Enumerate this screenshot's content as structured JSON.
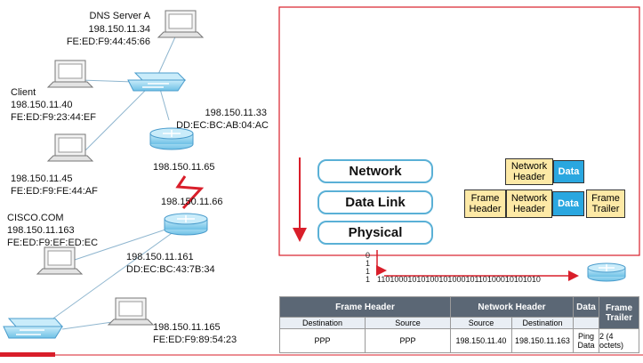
{
  "topology": {
    "dns_server": {
      "name": "DNS Server A",
      "ip": "198.150.11.34",
      "mac": "FE:ED:F9:44:45:66"
    },
    "client": {
      "name": "Client",
      "ip": "198.150.11.40",
      "mac": "FE:ED:F9:23:44:EF"
    },
    "host45": {
      "ip": "198.150.11.45",
      "mac": "FE:ED:F9:FE:44:AF"
    },
    "cisco": {
      "name": "CISCO.COM",
      "ip": "198.150.11.163",
      "mac": "FE:ED:F9:EF:ED:EC"
    },
    "router_a": {
      "ip": "198.150.11.33",
      "mac": "DD:EC:BC:AB:04:AC",
      "serial_ip": "198.150.11.65"
    },
    "router_b": {
      "serial_ip": "198.150.11.66",
      "ip": "198.150.11.161",
      "mac": "DD:EC:BC:43:7B:34"
    },
    "host165": {
      "ip": "198.150.11.165",
      "mac": "FE:ED:F9:89:54:23"
    }
  },
  "layers": [
    "Network",
    "Data Link",
    "Physical"
  ],
  "pdu": {
    "network_header": "Network Header",
    "data": "Data",
    "frame_header": "Frame Header",
    "frame_trailer": "Frame Trailer"
  },
  "bitstream": {
    "vertical": [
      "0",
      "1",
      "1",
      "1"
    ],
    "line": "1101000101010010100010110100010101010"
  },
  "frame_table": {
    "headers": [
      "Frame Header",
      "Network Header",
      "Data",
      "Frame Trailer"
    ],
    "subheaders": [
      "Destination",
      "Source",
      "Source",
      "Destination"
    ],
    "values": [
      "PPP",
      "PPP",
      "198.150.11.40",
      "198.150.11.163",
      "Ping Data",
      "2 (4 octets)"
    ]
  },
  "colors": {
    "accent_red": "#d91e2a",
    "device_blue": "#8fd0ee",
    "layer_border": "#5ab0d6",
    "pdu_yellow": "#fde9a6",
    "pdu_blue": "#2aa7e0",
    "table_header": "#5b6775"
  }
}
